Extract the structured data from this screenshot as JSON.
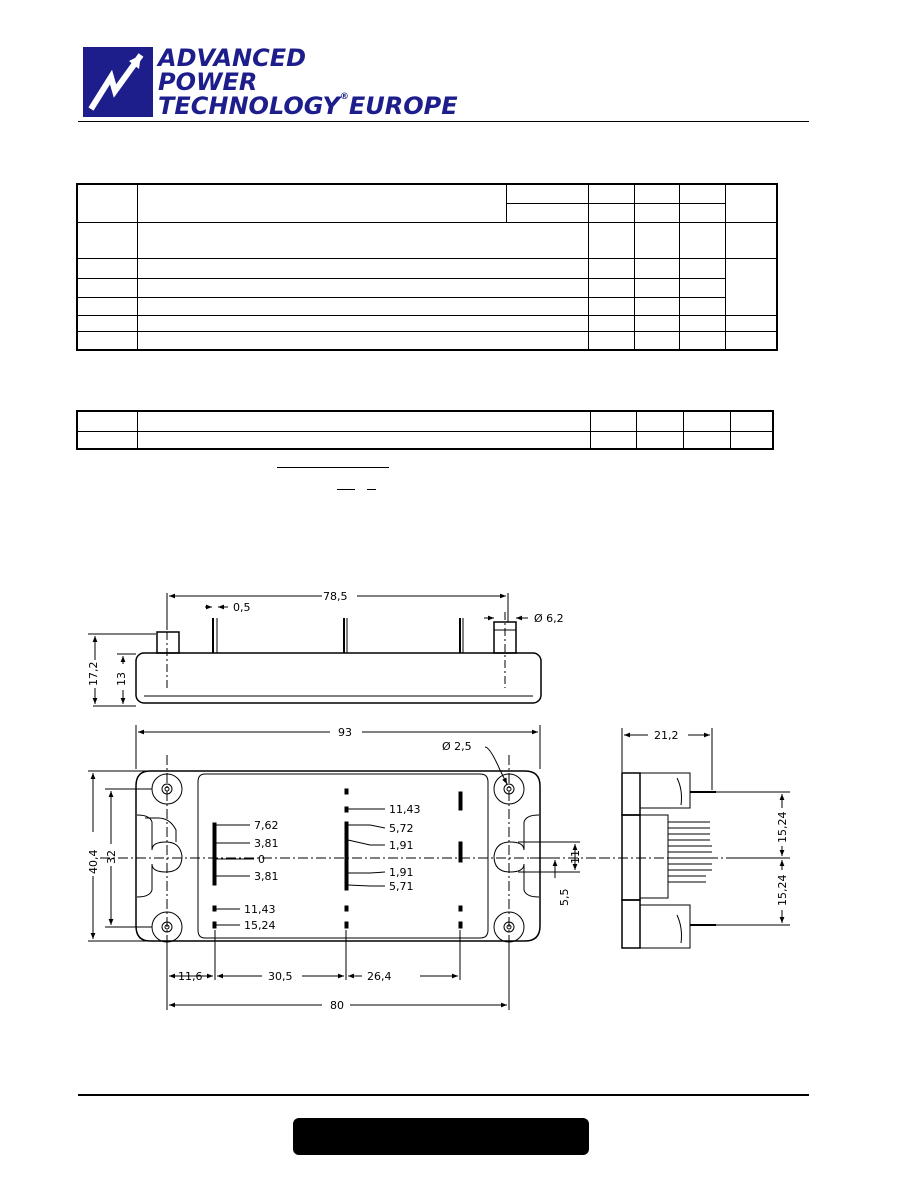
{
  "brand": {
    "line1": "ADVANCED",
    "line2": "POWER",
    "line3": "TECHNOLOGY",
    "registered": "®",
    "line4": "EUROPE",
    "colors": {
      "brand": "#1d1e8c",
      "ink": "#000000"
    }
  },
  "drawing": {
    "top_view": {
      "length": "78,5",
      "pin_width": "0,5",
      "hole_dia": "Ø 6,2",
      "total_height": "17,2",
      "body_height": "13"
    },
    "plan_view": {
      "width": "93",
      "small_hole_dia": "Ø 2,5",
      "outer_height": "40,4",
      "hole_spacing_v": "32",
      "left_pin_labels": [
        "7,62",
        "3,81",
        "0",
        "3,81"
      ],
      "left_bottom_labels": [
        "11,43",
        "15,24"
      ],
      "center_labels": [
        "11,43",
        "5,72",
        "1,91",
        "1,91",
        "5,71"
      ],
      "slot_width": "11",
      "slot_offset": "5,5",
      "dim_a": "11,6",
      "dim_b": "30,5",
      "dim_c": "26,4",
      "hole_spacing_h": "80"
    },
    "side_view": {
      "depth": "21,2",
      "pitch_top": "15,24",
      "pitch_bottom": "15,24"
    }
  }
}
